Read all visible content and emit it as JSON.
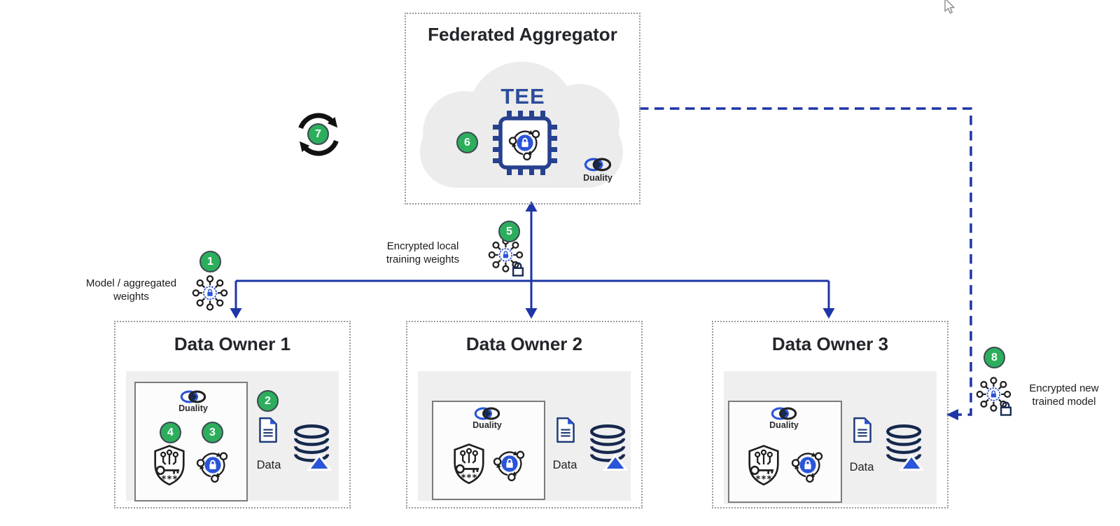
{
  "aggregator": {
    "title": "Federated Aggregator",
    "tee_label": "TEE",
    "badge": "6",
    "brand": "Duality"
  },
  "iteration": {
    "badge": "7"
  },
  "annotations": {
    "model_weights": {
      "badge": "1",
      "line1": "Model / aggregated",
      "line2": "weights"
    },
    "local_weights": {
      "badge": "5",
      "line1": "Encrypted local",
      "line2": "training weights"
    },
    "new_model": {
      "badge": "8",
      "line1": "Encrypted new",
      "line2": "trained model"
    }
  },
  "owners": [
    {
      "title": "Data Owner 1",
      "brand": "Duality",
      "data_label": "Data",
      "badge_file": "2",
      "badge_key": "4",
      "badge_encrypt": "3"
    },
    {
      "title": "Data Owner 2",
      "brand": "Duality",
      "data_label": "Data"
    },
    {
      "title": "Data Owner 3",
      "brand": "Duality",
      "data_label": "Data"
    }
  ],
  "icons": {
    "hub": "encrypted-weights-icon",
    "hub_lock": "encrypted-weights-padlock-icon",
    "cycle": "encryption-cycle-icon",
    "chip": "tee-chip-icon",
    "shield_key": "encryption-key-shield-icon",
    "document": "data-file-icon",
    "database": "database-icon",
    "refresh": "training-iteration-icon",
    "duality": "duality-logo",
    "cursor": "mouse-pointer",
    "key_stars_glyph": "***"
  },
  "colors": {
    "arrow_blue": "#1d35a7",
    "icon_navy": "#16284e",
    "accent_blue": "#2a55d8",
    "badge_green": "#2cae5c",
    "badge_border": "#3d4a52",
    "cloud_gray": "#ececec",
    "panel_gray": "#efefef",
    "title_dark": "#23252b",
    "text_dark": "#1c1c1c"
  }
}
